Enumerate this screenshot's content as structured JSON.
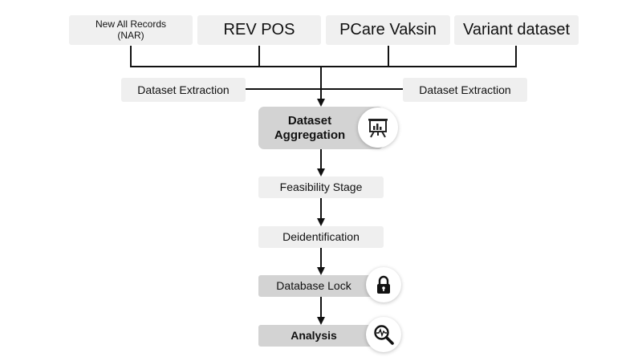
{
  "sources": [
    {
      "line1": "New All Records",
      "line2": "(NAR)"
    },
    {
      "label": "REV POS"
    },
    {
      "label": "PCare Vaksin"
    },
    {
      "label": "Variant dataset"
    }
  ],
  "extraction_left": "Dataset Extraction",
  "extraction_right": "Dataset Extraction",
  "aggregation": "Dataset\nAggregation",
  "stages": {
    "feasibility": "Feasibility Stage",
    "deidentification": "Deidentification",
    "database_lock": "Database Lock",
    "analysis": "Analysis"
  },
  "icons": {
    "aggregation": "presentation-chart-icon",
    "database_lock": "padlock-icon",
    "analysis": "magnifier-pulse-icon"
  },
  "colors": {
    "light_box": "#efefef",
    "dark_box": "#d3d3d3",
    "line": "#111111"
  }
}
